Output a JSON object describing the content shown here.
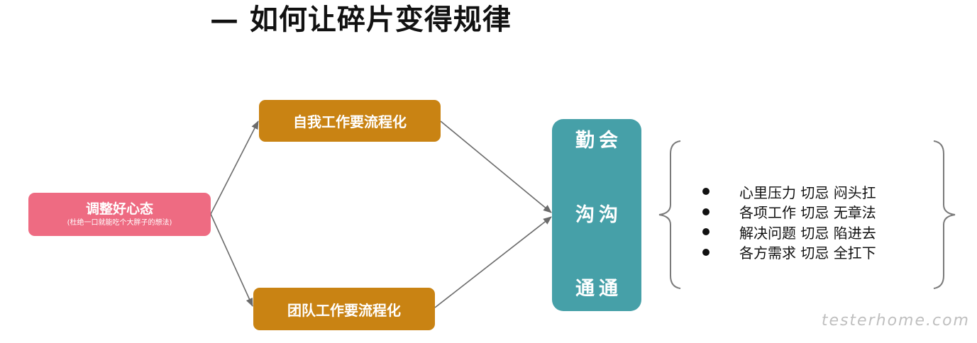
{
  "title": "— 如何让碎片变得规律",
  "start": {
    "main": "调整好心态",
    "sub": "(杜绝一口就能吃个大胖子的想法)"
  },
  "branches": {
    "self": "自我工作要流程化",
    "team": "团队工作要流程化"
  },
  "communicate": {
    "words": [
      "勤会",
      "沟沟",
      "通通"
    ]
  },
  "points": [
    "心里压力 切忌 闷头扛",
    "各项工作 切忌 无章法",
    "解决问题 切忌 陷进去",
    "各方需求 切忌 全扛下"
  ],
  "watermark": "testerhome.com",
  "colors": {
    "start": "#ee6b82",
    "branch": "#c98313",
    "communicate": "#46a0a8",
    "arrow": "#6b6b6b"
  }
}
